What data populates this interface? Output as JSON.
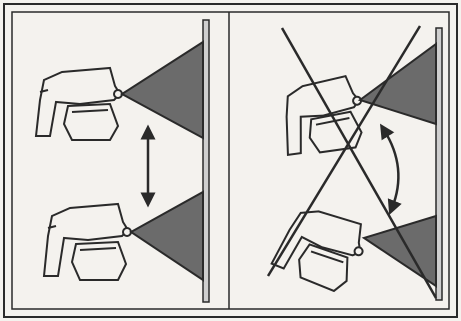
{
  "figure": {
    "description_visible_text": "",
    "left_panel": {
      "state": "correct",
      "motion": "vertical-parallel",
      "arrow": "double-headed-vertical"
    },
    "right_panel": {
      "state": "incorrect",
      "motion": "arc-tilting",
      "arrow": "double-headed-curved",
      "crossed_out": true
    },
    "colors": {
      "ink": "#2a2a2a",
      "spray_fill": "#6b6b6b",
      "wall": "#cfcfcf",
      "paper": "#f4f2ee"
    }
  }
}
